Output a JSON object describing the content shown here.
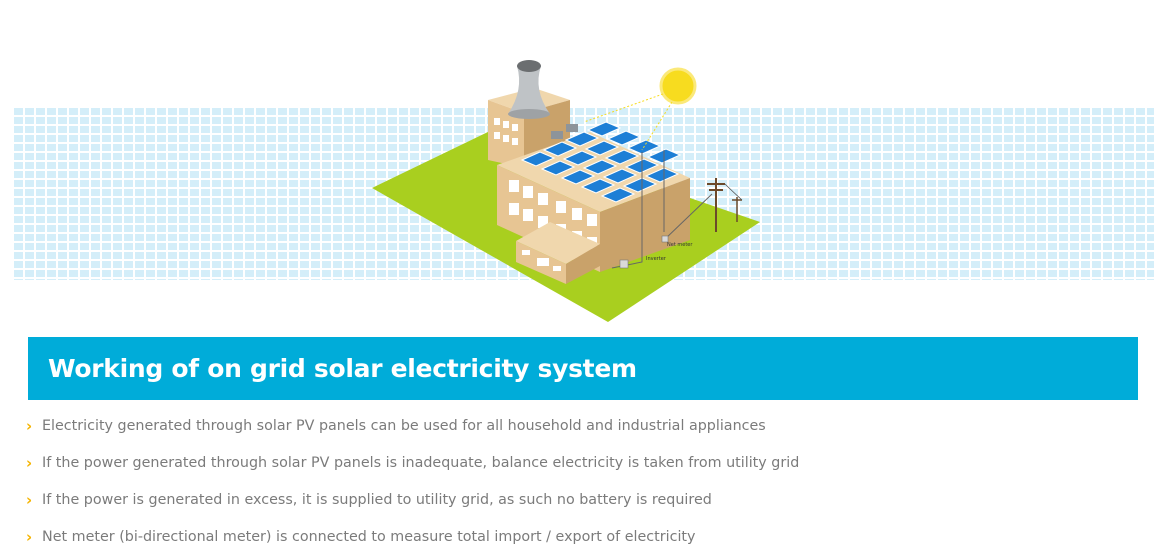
{
  "illustration": {
    "label_net_meter": "Net meter",
    "label_inverter": "Inverter",
    "colors": {
      "tile": "#d4eef9",
      "grass": "#a9cf1f",
      "wall": "#e7c593",
      "wall_dark": "#c9a26a",
      "panel": "#1d7fd6",
      "sun": "#f7dc1f"
    }
  },
  "section": {
    "title": "Working of on grid solar electricity system",
    "title_bg": "#00acd9",
    "bullet_color": "#f5b400",
    "points": [
      "Electricity generated through solar PV panels can be used for all household and industrial appliances",
      "If the power generated through solar PV panels is inadequate, balance electricity is taken from utility grid",
      "If the power is generated in excess, it is supplied to utility grid, as such no battery is required",
      "Net meter (bi-directional meter) is connected to measure total import / export of electricity"
    ]
  }
}
